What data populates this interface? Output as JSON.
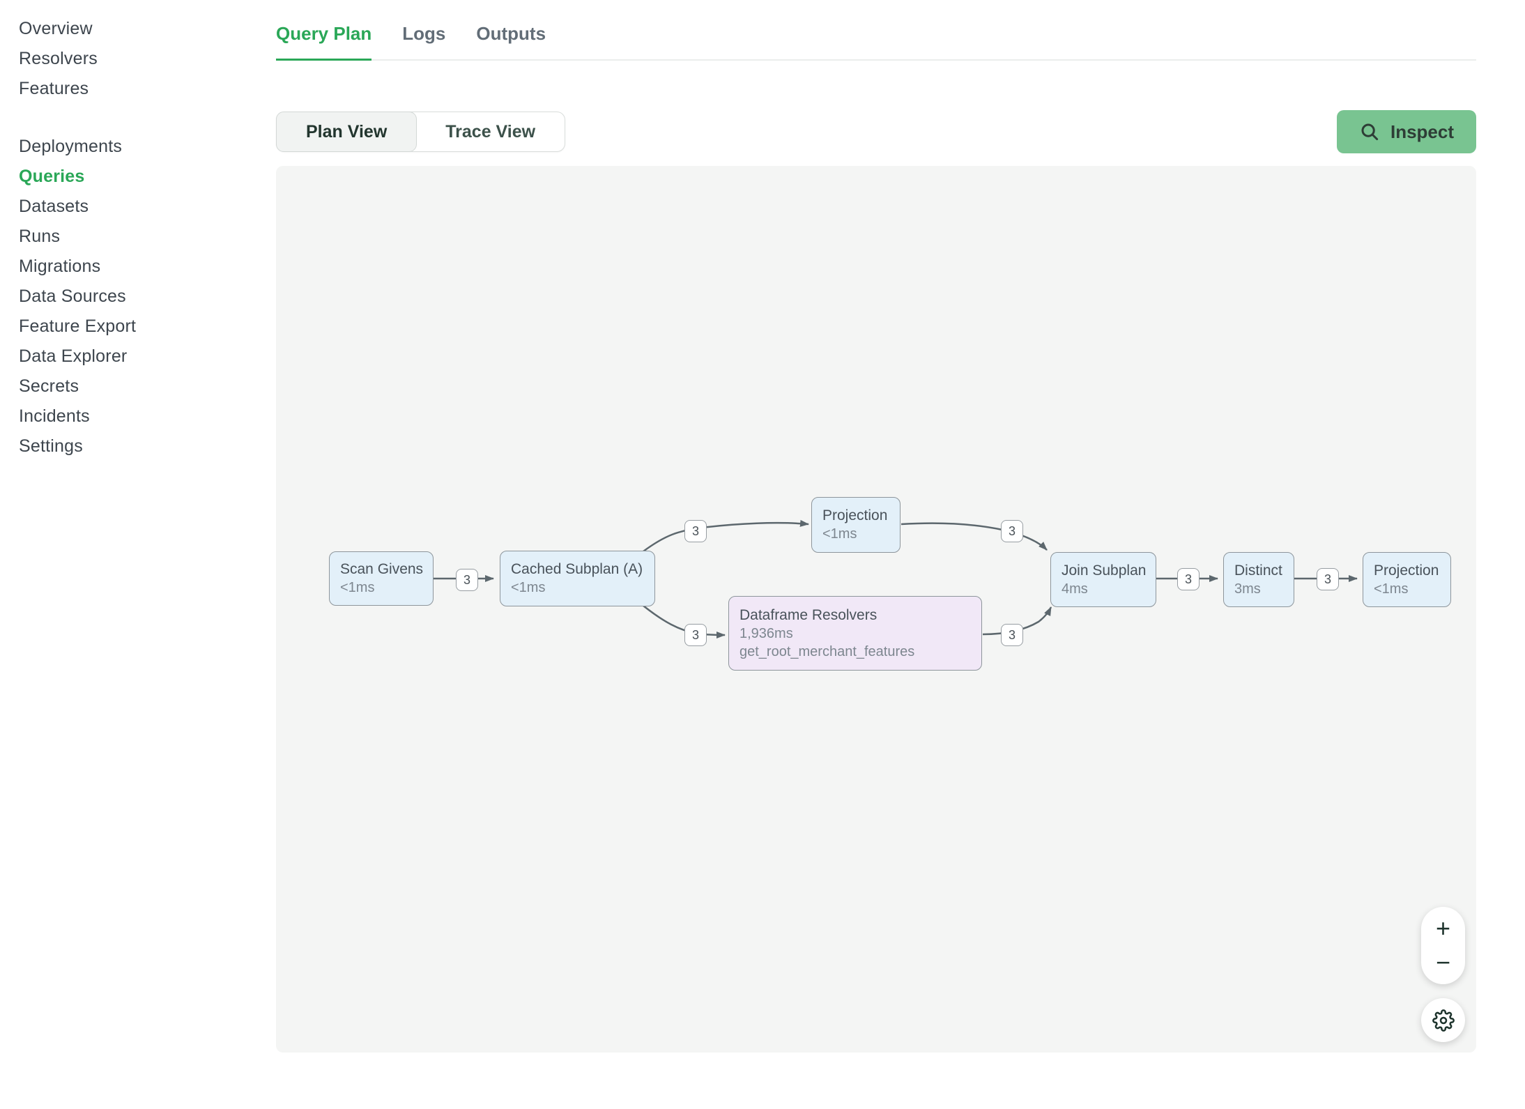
{
  "sidebar": {
    "groups": [
      {
        "items": [
          {
            "label": "Overview",
            "active": false
          },
          {
            "label": "Resolvers",
            "active": false
          },
          {
            "label": "Features",
            "active": false
          }
        ]
      },
      {
        "items": [
          {
            "label": "Deployments",
            "active": false
          },
          {
            "label": "Queries",
            "active": true
          },
          {
            "label": "Datasets",
            "active": false
          },
          {
            "label": "Runs",
            "active": false
          },
          {
            "label": "Migrations",
            "active": false
          },
          {
            "label": "Data Sources",
            "active": false
          },
          {
            "label": "Feature Export",
            "active": false
          },
          {
            "label": "Data Explorer",
            "active": false
          },
          {
            "label": "Secrets",
            "active": false
          },
          {
            "label": "Incidents",
            "active": false
          },
          {
            "label": "Settings",
            "active": false
          }
        ]
      }
    ]
  },
  "tabs": [
    {
      "label": "Query Plan",
      "active": true
    },
    {
      "label": "Logs",
      "active": false
    },
    {
      "label": "Outputs",
      "active": false
    }
  ],
  "view_toggle": {
    "options": [
      {
        "label": "Plan View",
        "active": true
      },
      {
        "label": "Trace View",
        "active": false
      }
    ]
  },
  "inspect_button": {
    "label": "Inspect"
  },
  "diagram": {
    "nodes": [
      {
        "title": "Scan Givens",
        "subtitle": "<1ms"
      },
      {
        "title": "Cached Subplan (A)",
        "subtitle": "<1ms"
      },
      {
        "title": "Projection",
        "subtitle": "<1ms"
      },
      {
        "title": "Dataframe Resolvers",
        "subtitle": "1,936ms",
        "detail": "get_root_merchant_features"
      },
      {
        "title": "Join Subplan",
        "subtitle": "4ms"
      },
      {
        "title": "Distinct",
        "subtitle": "3ms"
      },
      {
        "title": "Projection",
        "subtitle": "<1ms"
      }
    ],
    "badges": [
      {
        "label": "3"
      },
      {
        "label": "3"
      },
      {
        "label": "3"
      },
      {
        "label": "3"
      },
      {
        "label": "3"
      },
      {
        "label": "3"
      },
      {
        "label": "3"
      }
    ]
  },
  "canvas_controls": {
    "zoom_in_glyph": "+",
    "zoom_out_glyph": "−"
  },
  "colors": {
    "accent_green": "#2aa757",
    "inspect_bg": "#79c491",
    "canvas_bg": "#f4f5f4",
    "node_blue": "#e3f0f9",
    "node_purple": "#f1e8f7",
    "edge": "#5c676d"
  }
}
